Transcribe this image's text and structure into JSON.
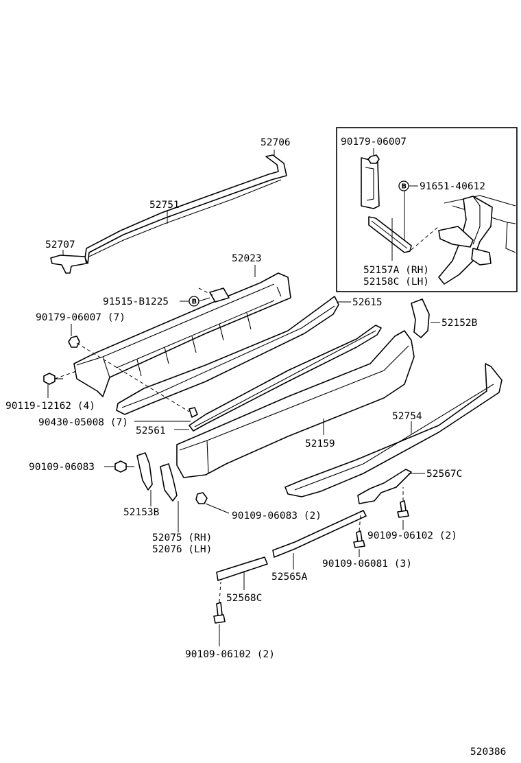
{
  "diagram_id": "520386",
  "labels": {
    "p52706": "52706",
    "p52751": "52751",
    "p52707": "52707",
    "p52023": "52023",
    "p91515": "91515-B1225",
    "p90179_main": "90179-06007 (7)",
    "p52615": "52615",
    "p52152b": "52152B",
    "p90119": "90119-12162 (4)",
    "p90430": "90430-05008 (7)",
    "p52561": "52561",
    "p52159": "52159",
    "p52754": "52754",
    "p90109_06083": "90109-06083",
    "p52567c": "52567C",
    "p52153b": "52153B",
    "p90109_06083_2": "90109-06083 (2)",
    "p52075": "52075 (RH)",
    "p52076": "52076 (LH)",
    "p90109_06102_a": "90109-06102 (2)",
    "p90109_06081": "90109-06081 (3)",
    "p52565a": "52565A",
    "p52568c": "52568C",
    "p90109_06102_b": "90109-06102 (2)"
  },
  "inset": {
    "p90179": "90179-06007",
    "p91651": "91651-40612",
    "p52157a": "52157A (RH)",
    "p52158c": "52158C (LH)"
  },
  "marks": {
    "b_symbol": "B"
  }
}
